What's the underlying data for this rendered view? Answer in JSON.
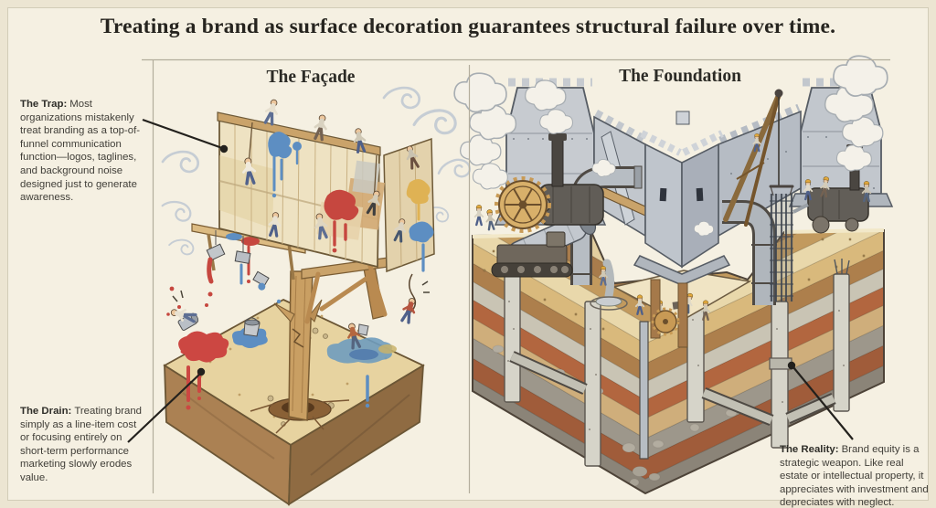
{
  "title": "Treating a brand as surface decoration guarantees structural failure over time.",
  "panels": {
    "facade": {
      "label": "The Façade"
    },
    "foundation": {
      "label": "The Foundation"
    }
  },
  "annotations": {
    "trap": {
      "label": "The Trap:",
      "text": "Most organizations mistakenly treat branding as a top-of-funnel communication function—logos, taglines, and background noise designed just to generate awareness."
    },
    "drain": {
      "label": "The Drain:",
      "text": "Treating brand simply as a line-item cost or focusing entirely on short-term performance marketing slowly erodes value."
    },
    "reality": {
      "label": "The Reality:",
      "text": "Brand equity is a strategic weapon. Like real estate or intellectual property, it appreciates with investment and depreciates with neglect."
    }
  },
  "colors": {
    "background": "#f5f0e2",
    "ink": "#23211d",
    "rule": "#b3ad9c",
    "paint_blue": "#5d8ec2",
    "paint_red": "#c6473f",
    "paint_yellow": "#dfb254",
    "wood": "#c99f63",
    "stone_gray": "#c2c7cd",
    "earth_tan": "#cfae7b",
    "earth_rust": "#b2663f"
  }
}
